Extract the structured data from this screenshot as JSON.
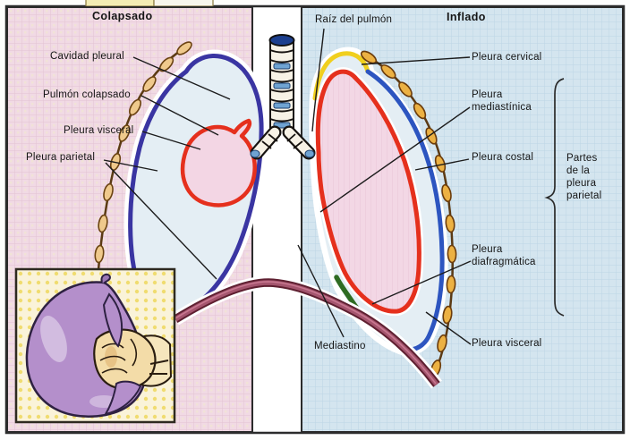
{
  "figure": {
    "left_panel": {
      "title": "Colapsado",
      "labels": {
        "cavidad_pleural": "Cavidad pleural",
        "pulmon_colapsado": "Pulmón colapsado",
        "pleura_visceral": "Pleura visceral",
        "pleura_parietal": "Pleura parietal"
      }
    },
    "right_panel": {
      "title": "Inflado",
      "labels": {
        "raiz_del_pulmon": "Raíz del pulmón",
        "pleura_cervical": "Pleura cervical",
        "pleura_mediastinica": "Pleura\nmediastínica",
        "pleura_costal": "Pleura costal",
        "partes_pleura_parietal": "Partes\nde la\npleura\nparietal",
        "pleura_diafragmatica": "Pleura\ndiafragmática",
        "pleura_visceral": "Pleura visceral",
        "mediastino": "Mediastino"
      }
    },
    "colors": {
      "ink": "#151515",
      "parietal_pleura_blue": "#3a35a2",
      "costal_pleura_blue": "#2d55c0",
      "visceral_pleura_red": "#e5301d",
      "cervical_pleura_yellow": "#f0cf1e",
      "diaphragmatic_pleura_green": "#2e6b22",
      "diaphragm_maroon": "#a4556e",
      "left_panel_pink": "#f1dae4",
      "right_panel_blue": "#d4e5ef",
      "pleural_cavity_blue": "#e4eef4",
      "lung_pink": "#f3d7e5",
      "rib_orange": "#ecb143",
      "balloon_purple": "#b48fcb"
    }
  }
}
